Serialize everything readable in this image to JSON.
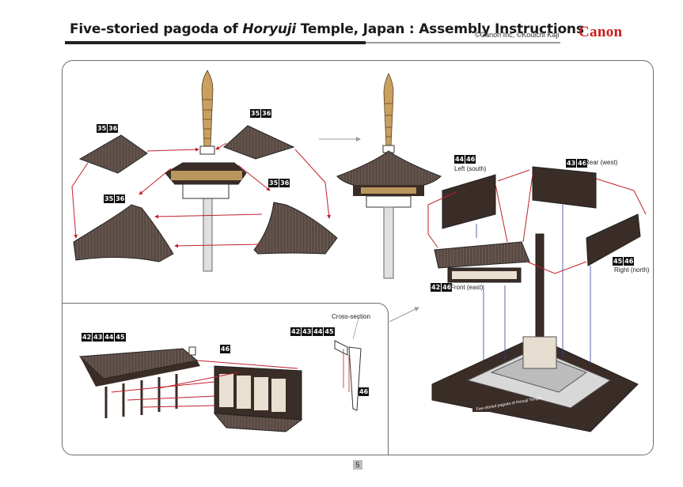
{
  "header": {
    "title_part1": "Five-storied pagoda of ",
    "title_italic": "Horyuji",
    "title_part2": " Temple, Japan : Assembly Instructions",
    "copyright": "©Canon Inc, ©Kouichi Kaji",
    "logo": "Canon"
  },
  "labels": {
    "cross_section": "Cross-section",
    "left_south": "Left (south)",
    "rear_west": "Rear (west)",
    "right_north": "Right (north)",
    "front_east": "Front (east)",
    "base_plaque": "Five-storied pagoda of Horyuji Temple"
  },
  "tags": {
    "t1": [
      "35",
      "36"
    ],
    "t2": [
      "35",
      "36"
    ],
    "t3": [
      "35",
      "36"
    ],
    "t4": [
      "35",
      "36"
    ],
    "left": [
      "44",
      "46"
    ],
    "rear": [
      "43",
      "46"
    ],
    "right": [
      "45",
      "46"
    ],
    "front": [
      "42",
      "46"
    ],
    "bl": [
      "42",
      "43",
      "44",
      "45"
    ],
    "bm": [
      "46"
    ],
    "cs": [
      "42",
      "43",
      "44",
      "45"
    ],
    "csb": [
      "46"
    ]
  },
  "page_number": "5",
  "colors": {
    "brand": "#cc1b1b",
    "roof": "#4a3a34",
    "wood": "#c8a060",
    "arrow": "#c0202a"
  }
}
